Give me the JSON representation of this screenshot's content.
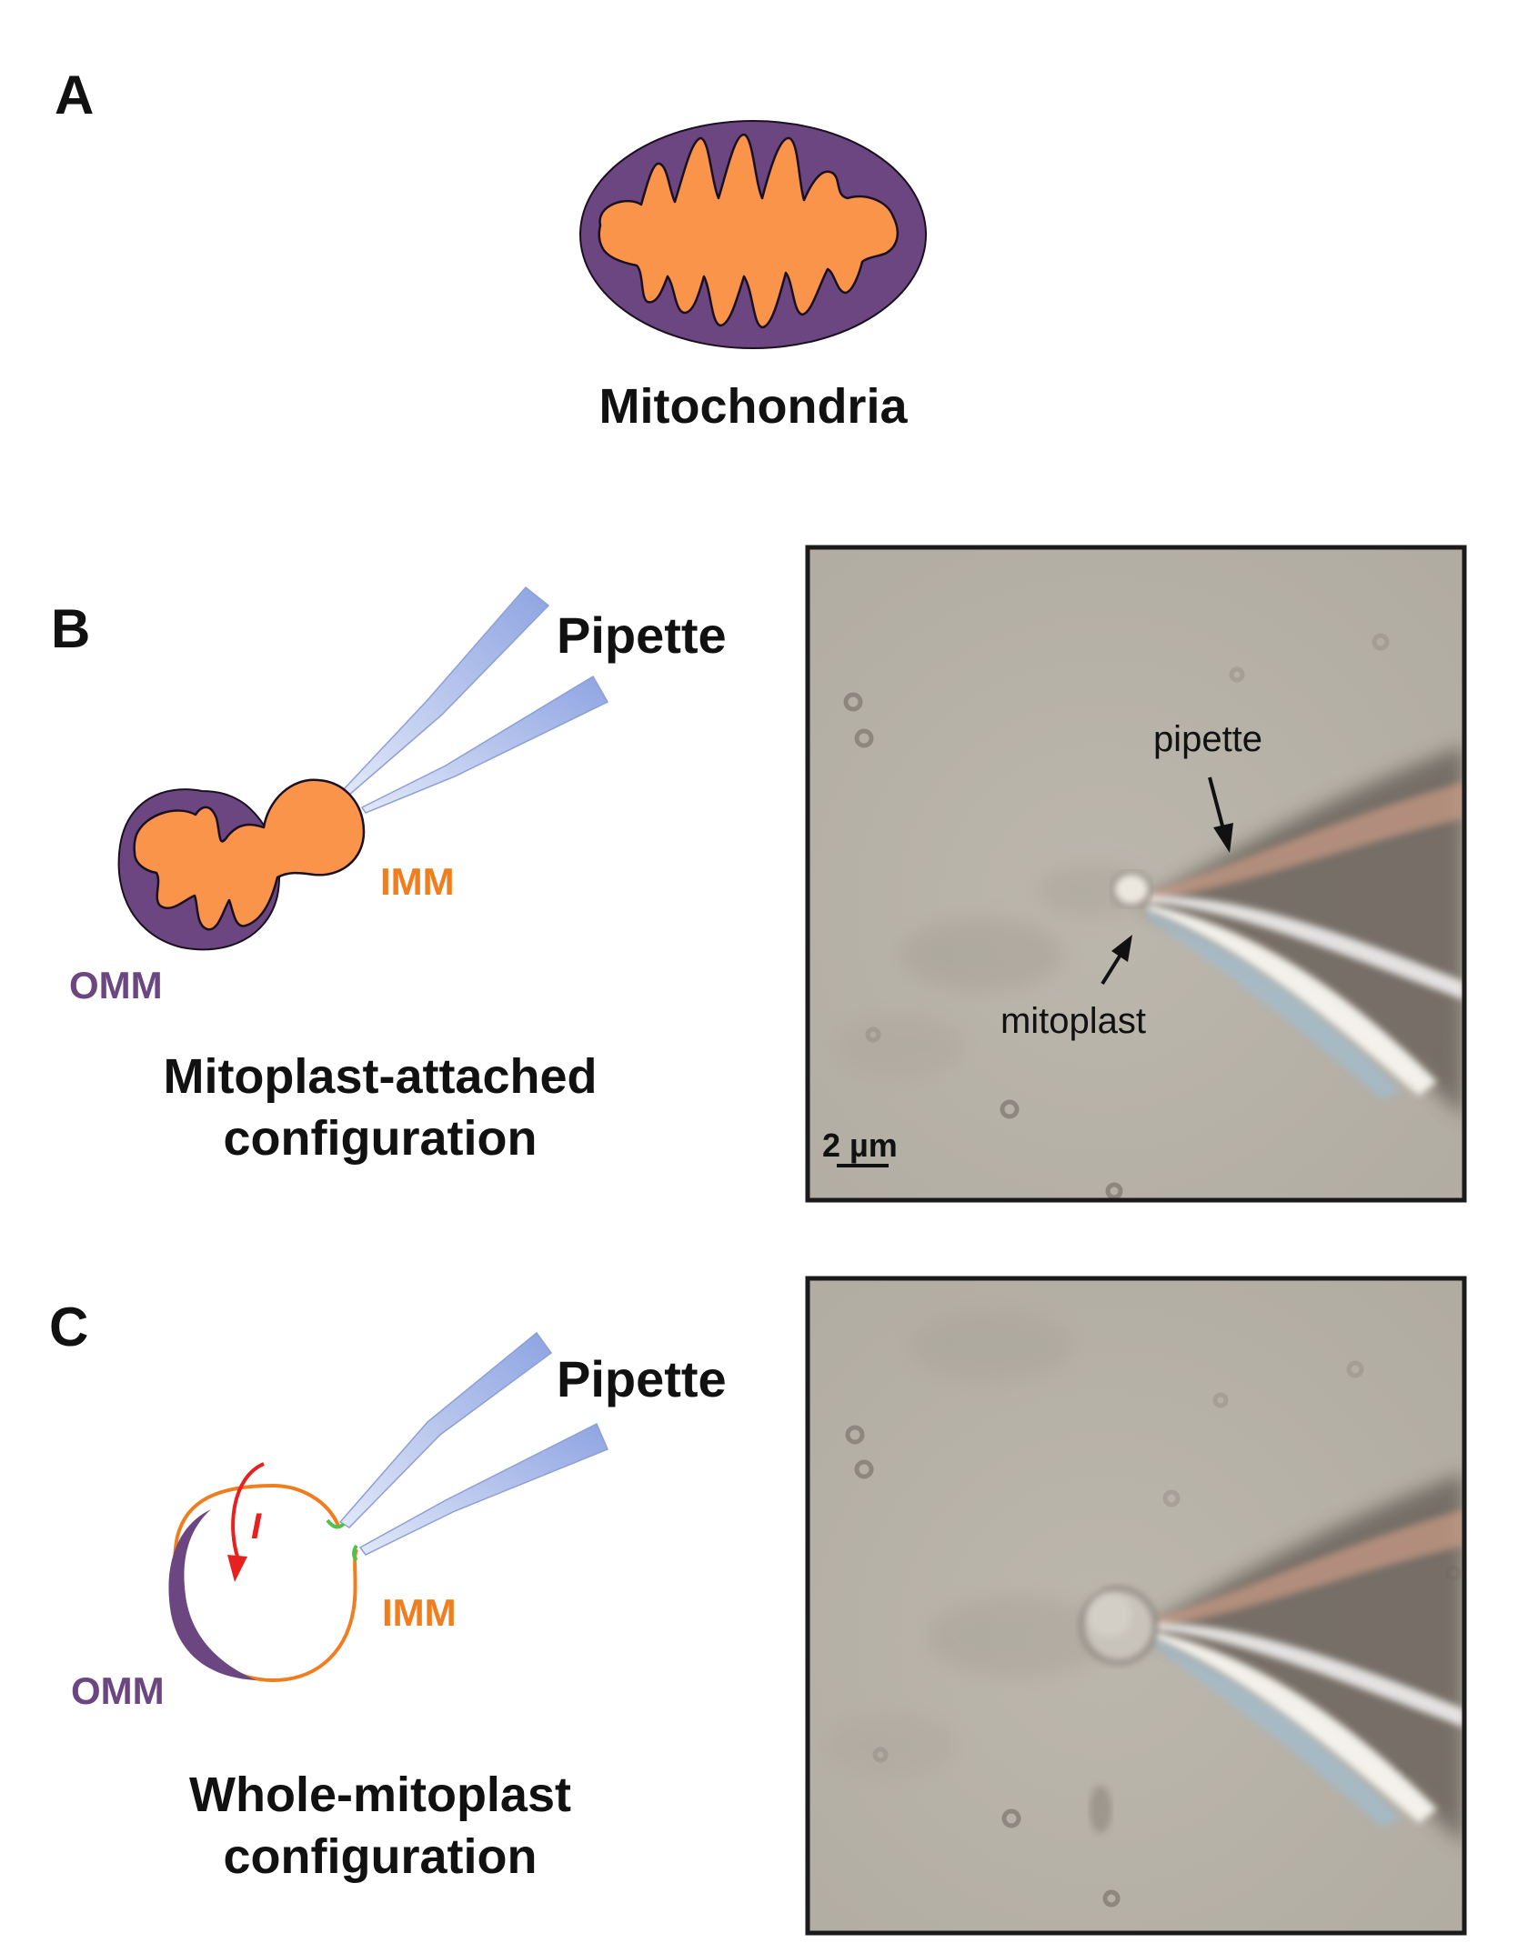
{
  "panel_a": {
    "letter": "A",
    "caption": "Mitochondria"
  },
  "panel_b": {
    "letter": "B",
    "pipette_label": "Pipette",
    "imm_label": "IMM",
    "omm_label": "OMM",
    "caption_line1": "Mitoplast-attached",
    "caption_line2": "configuration",
    "micrograph": {
      "pipette_annotation": "pipette",
      "mitoplast_annotation": "mitoplast",
      "scale_bar": "2 µm"
    }
  },
  "panel_c": {
    "letter": "C",
    "pipette_label": "Pipette",
    "imm_label": "IMM",
    "omm_label": "OMM",
    "current_label": "I",
    "caption_line1": "Whole-mitoplast",
    "caption_line2": "configuration"
  },
  "colors": {
    "omm": "#6b4680",
    "imm_fill": "#f9944a",
    "imm_text": "#f07d1e",
    "pipette": "#a7b9ea",
    "seal": "#4cc44c",
    "current": "#e82020",
    "micrograph_bg": "#b9b4aa"
  }
}
